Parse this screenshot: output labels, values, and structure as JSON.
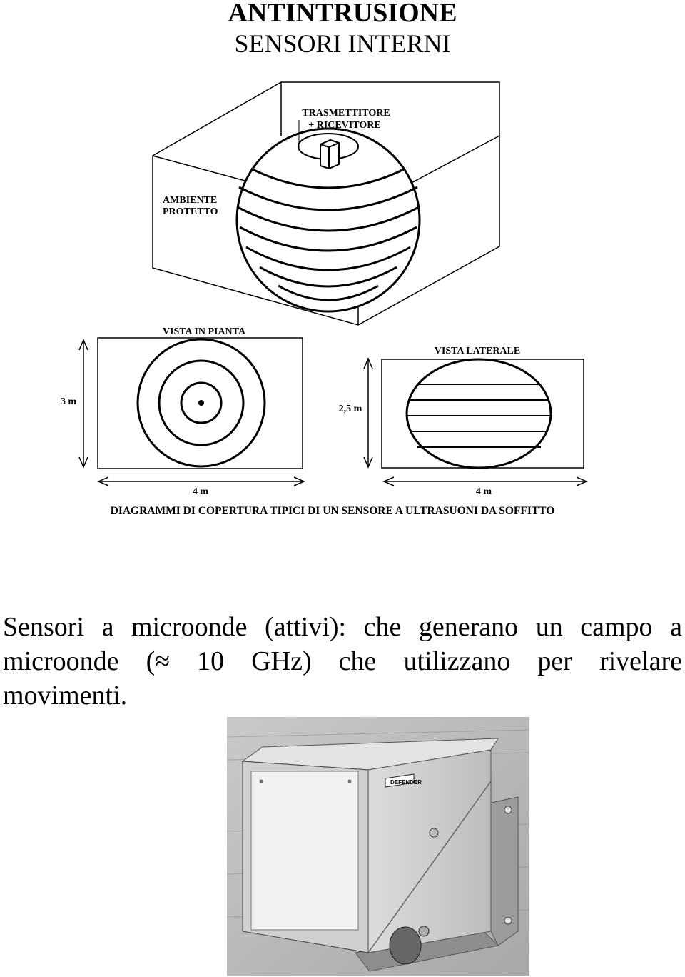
{
  "header": {
    "title": "ANTINTRUSIONE",
    "subtitle": "SENSORI INTERNI"
  },
  "figure": {
    "label_transmitter_1": "TRASMETTITORE",
    "label_transmitter_2": "+ RICEVITORE",
    "label_room_1": "AMBIENTE",
    "label_room_2": "PROTETTO",
    "plan_view_title": "VISTA IN PIANTA",
    "side_view_title": "VISTA LATERALE",
    "plan_height": "3 m",
    "side_height": "2,5 m",
    "plan_width": "4 m",
    "side_width": "4 m",
    "caption": "DIAGRAMMI DI COPERTURA TIPICI DI UN SENSORE A ULTRASUONI DA SOFFITTO"
  },
  "body": {
    "line1": "Sensori a microonde (attivi): che generano un campo a",
    "line2": "microonde (≈ 10 GHz) che utilizzano per rivelare",
    "line3": "movimenti."
  },
  "photo": {
    "brand_label": "DEFENDER"
  }
}
